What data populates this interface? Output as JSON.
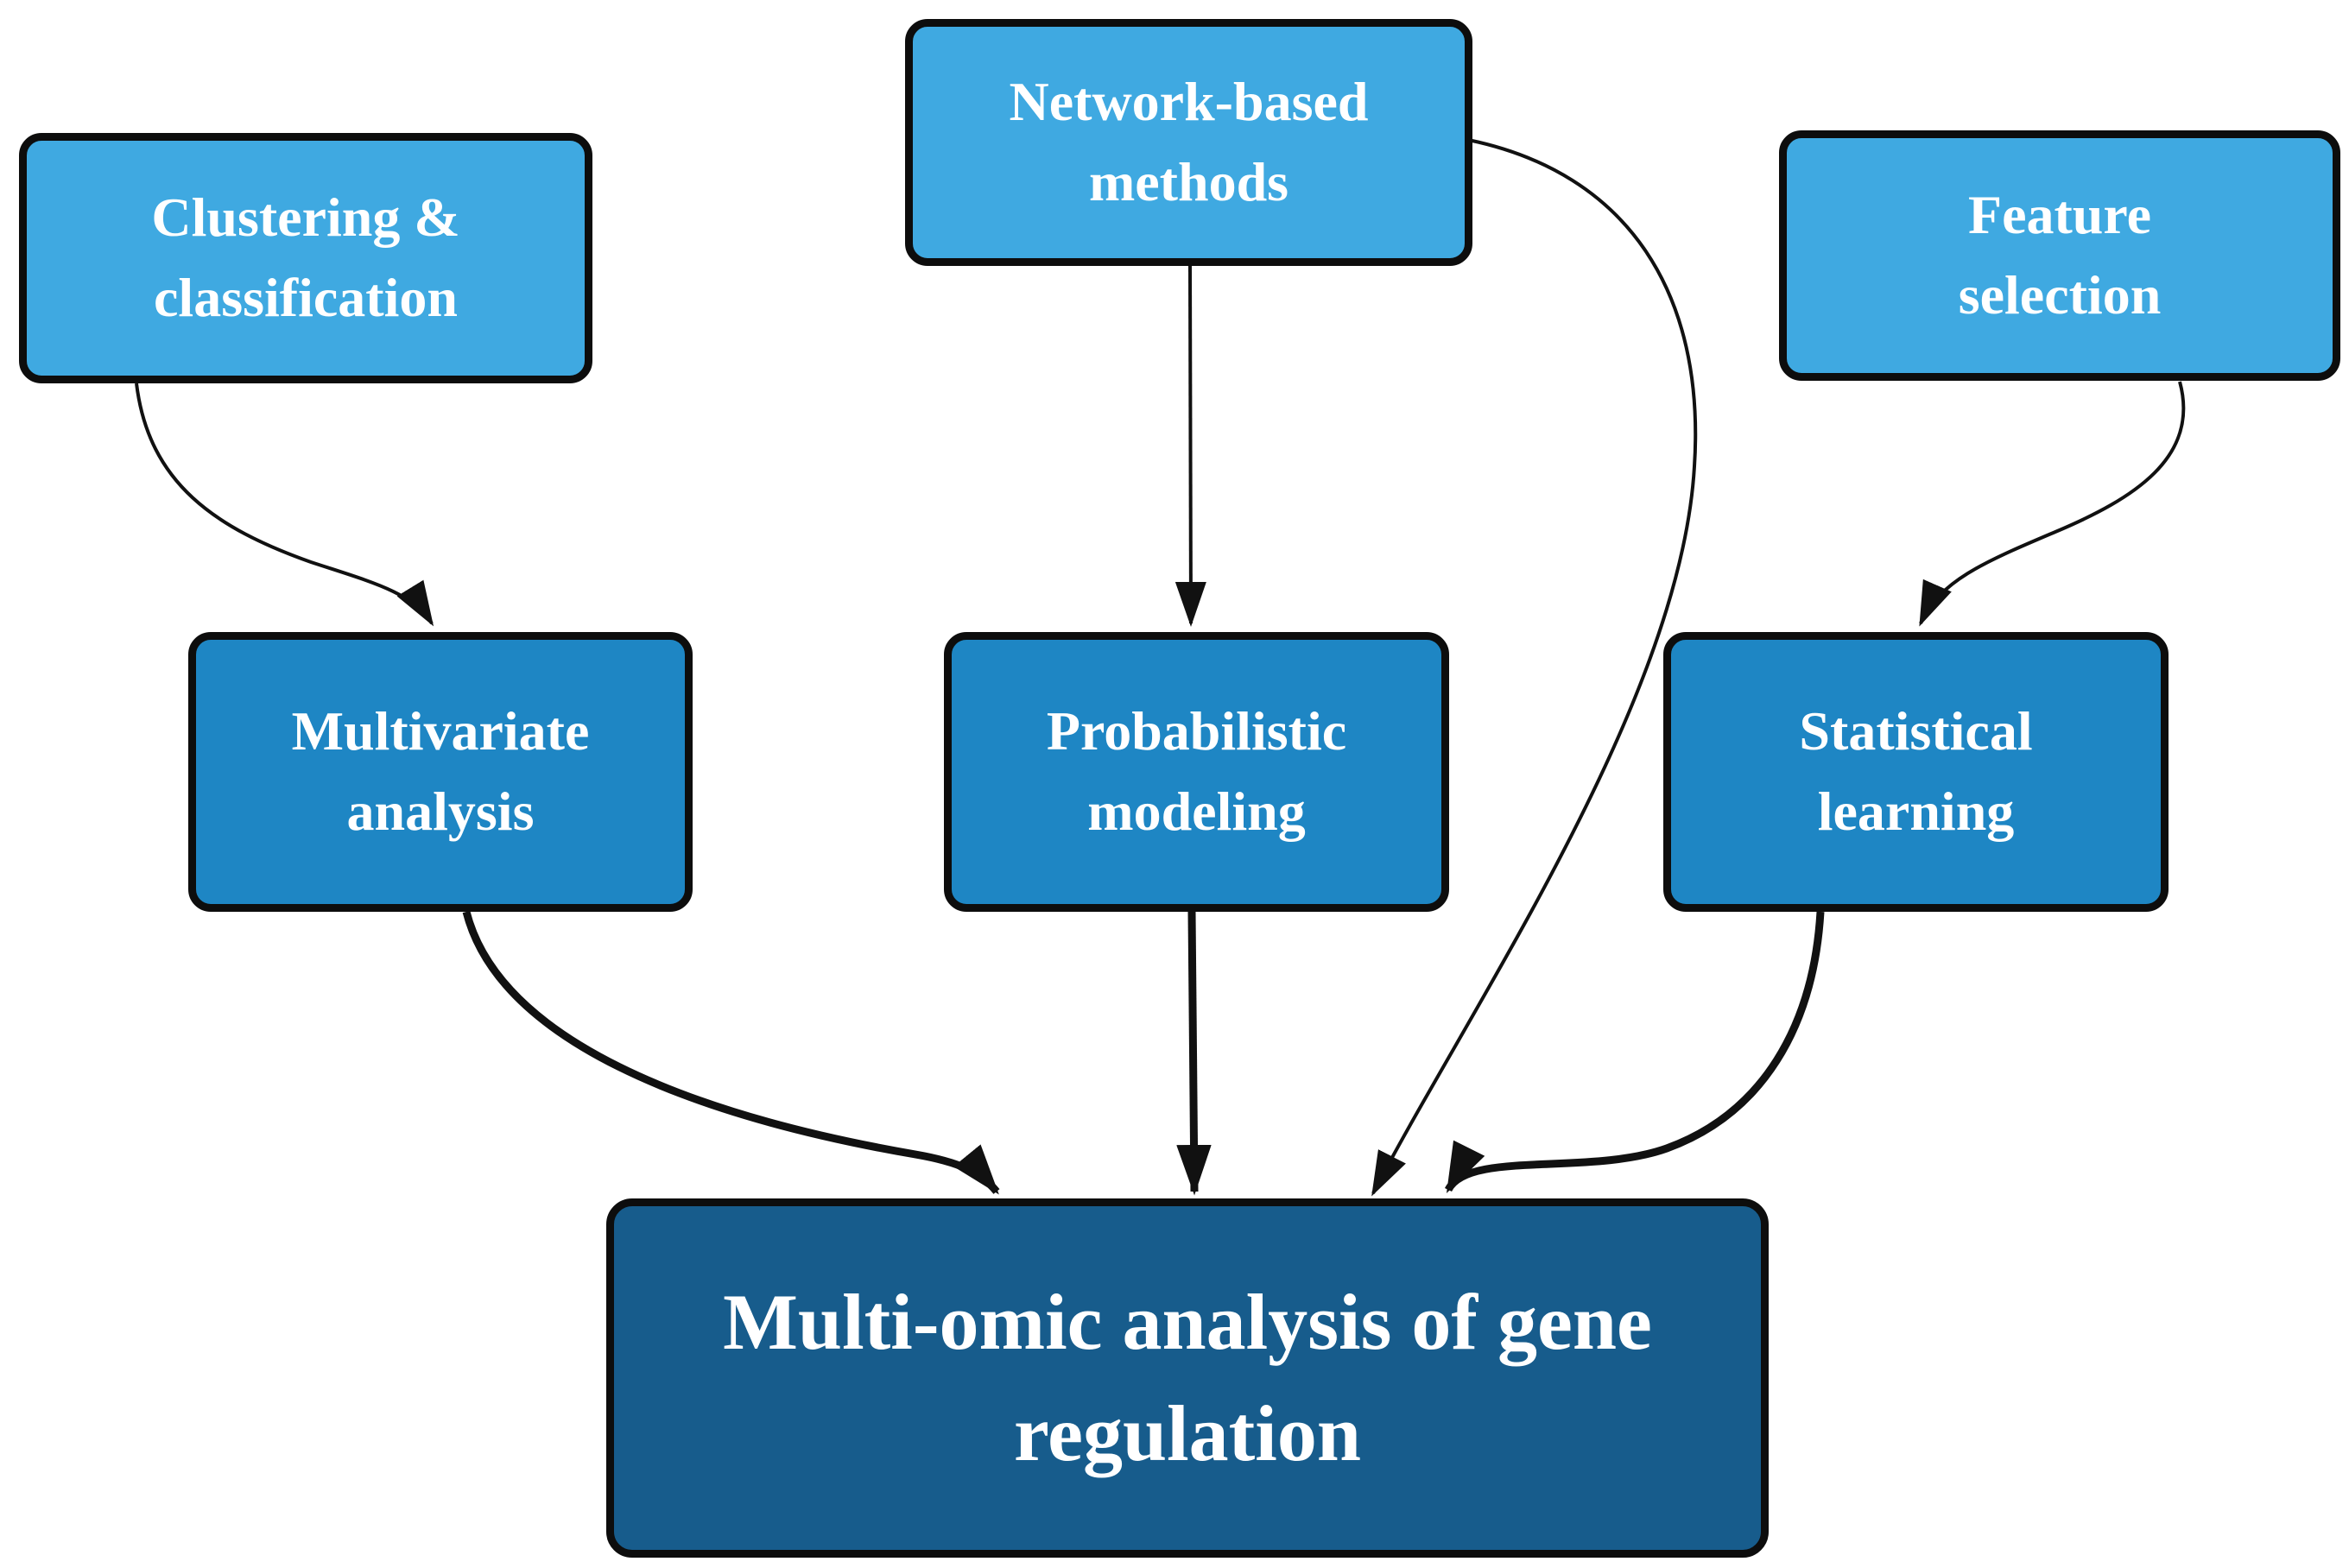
{
  "figure": {
    "type": "flowchart",
    "background": "#ffffff",
    "nodes": [
      {
        "id": "clustering-classification",
        "label": "Clustering &\nclassification",
        "tier": "input"
      },
      {
        "id": "network-based-methods",
        "label": "Network-based\nmethods",
        "tier": "input"
      },
      {
        "id": "feature-selection",
        "label": "Feature\nselection",
        "tier": "input"
      },
      {
        "id": "multivariate-analysis",
        "label": "Multivariate\nanalysis",
        "tier": "method"
      },
      {
        "id": "probabilistic-modeling",
        "label": "Probabilistic\nmodeling",
        "tier": "method"
      },
      {
        "id": "statistical-learning",
        "label": "Statistical\nlearning",
        "tier": "method"
      },
      {
        "id": "multi-omic-analysis",
        "label": "Multi-omic analysis of gene\nregulation",
        "tier": "goal"
      }
    ],
    "edges": [
      {
        "from": "clustering-classification",
        "to": "multivariate-analysis",
        "style": "thin"
      },
      {
        "from": "network-based-methods",
        "to": "probabilistic-modeling",
        "style": "thin"
      },
      {
        "from": "network-based-methods",
        "to": "multi-omic-analysis",
        "style": "thin"
      },
      {
        "from": "feature-selection",
        "to": "statistical-learning",
        "style": "thin"
      },
      {
        "from": "multivariate-analysis",
        "to": "multi-omic-analysis",
        "style": "thick"
      },
      {
        "from": "probabilistic-modeling",
        "to": "multi-omic-analysis",
        "style": "thick"
      },
      {
        "from": "statistical-learning",
        "to": "multi-omic-analysis",
        "style": "thick"
      }
    ],
    "colors": {
      "tier_input": "#3fa9e1",
      "tier_method": "#1e86c4",
      "tier_goal": "#175c8c",
      "node_border": "#0d0d0d",
      "arrow": "#111111",
      "label_text": "#ffffff",
      "page_bg": "#ffffff"
    }
  }
}
